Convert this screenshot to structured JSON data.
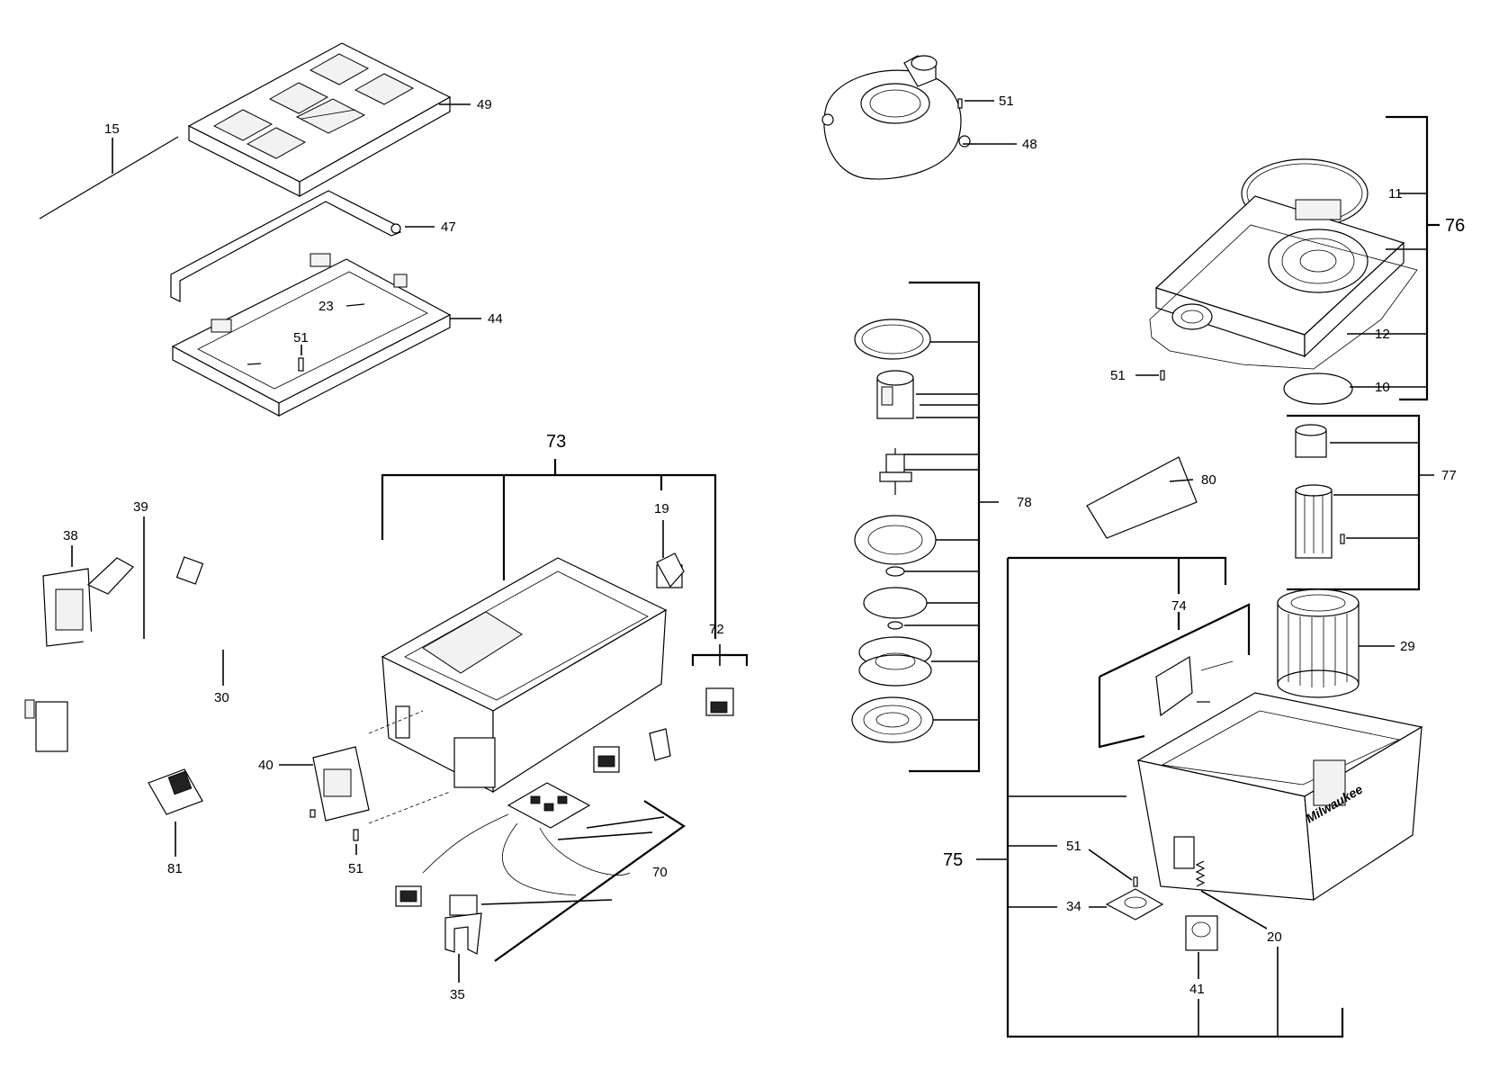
{
  "labels": {
    "l15": "15",
    "l49": "49",
    "l47": "47",
    "l44": "44",
    "l23": "23",
    "l51a": "51",
    "l51b": "51",
    "l48": "48",
    "l51c": "51",
    "l11": "11",
    "l76": "76",
    "l12": "12",
    "l10": "10",
    "l78": "78",
    "l77": "77",
    "l80": "80",
    "l29": "29",
    "l74": "74",
    "l73": "73",
    "l19": "19",
    "l72": "72",
    "l39": "39",
    "l38": "38",
    "l30": "30",
    "l40": "40",
    "l51d": "51",
    "l81": "81",
    "l70": "70",
    "l35": "35",
    "l75": "75",
    "l51e": "51",
    "l34": "34",
    "l20": "20",
    "l41": "41"
  }
}
